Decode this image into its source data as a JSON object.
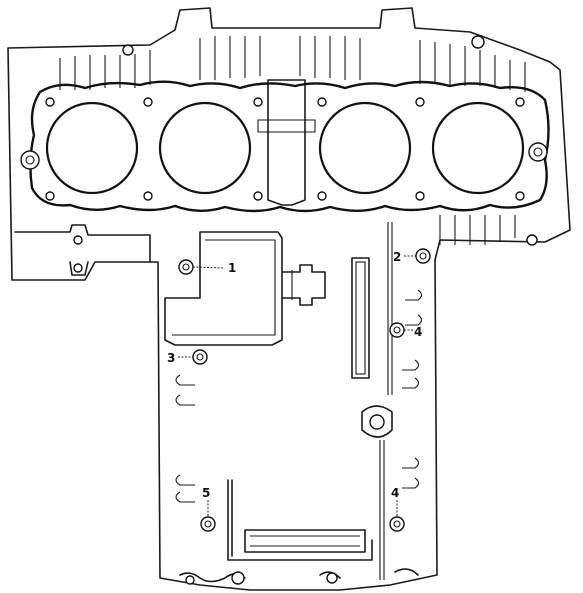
{
  "callouts": [
    {
      "label": "1"
    },
    {
      "label": "2"
    },
    {
      "label": "3"
    },
    {
      "label": "4"
    },
    {
      "label": "4"
    },
    {
      "label": "5"
    }
  ],
  "colors": {
    "line": "#1a1a1a",
    "background": "#ffffff"
  }
}
